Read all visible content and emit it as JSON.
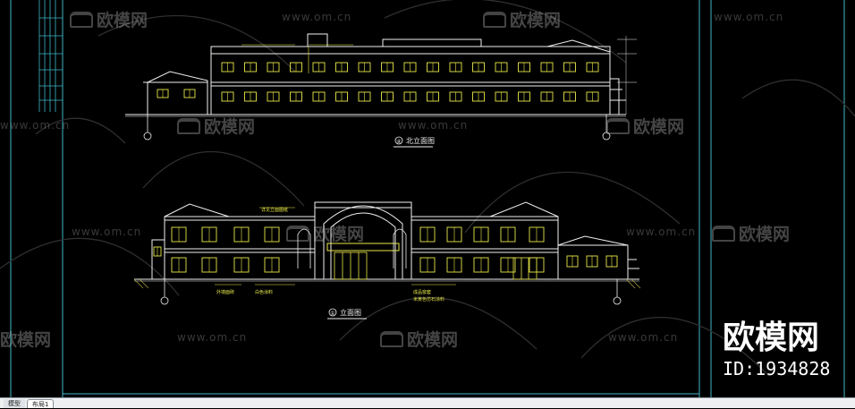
{
  "drawing": {
    "upper_title": "北立面图",
    "upper_circle_label": "④",
    "lower_title": "立面图",
    "lower_circle_label": "①",
    "note_lower_1": "外墙面砖",
    "note_lower_2": "白色涂料",
    "note_lower_3": "成品窗套",
    "note_lower_4": "米黄色仿石涂料",
    "note_lower_5": "详见立面图纸"
  },
  "watermarks": {
    "site": "www.om.cn",
    "brand": "欧模网",
    "big_brand": "欧模网",
    "id_text": "ID:1934828"
  },
  "tabs": {
    "model": "模型",
    "layout": "布局1"
  },
  "colors": {
    "background": "#000000",
    "window_yellow": "#e8e84a",
    "line_white": "#f0f0f0",
    "frame_cyan": "#3fb7c9",
    "hatch_yellow": "#b8b040"
  }
}
